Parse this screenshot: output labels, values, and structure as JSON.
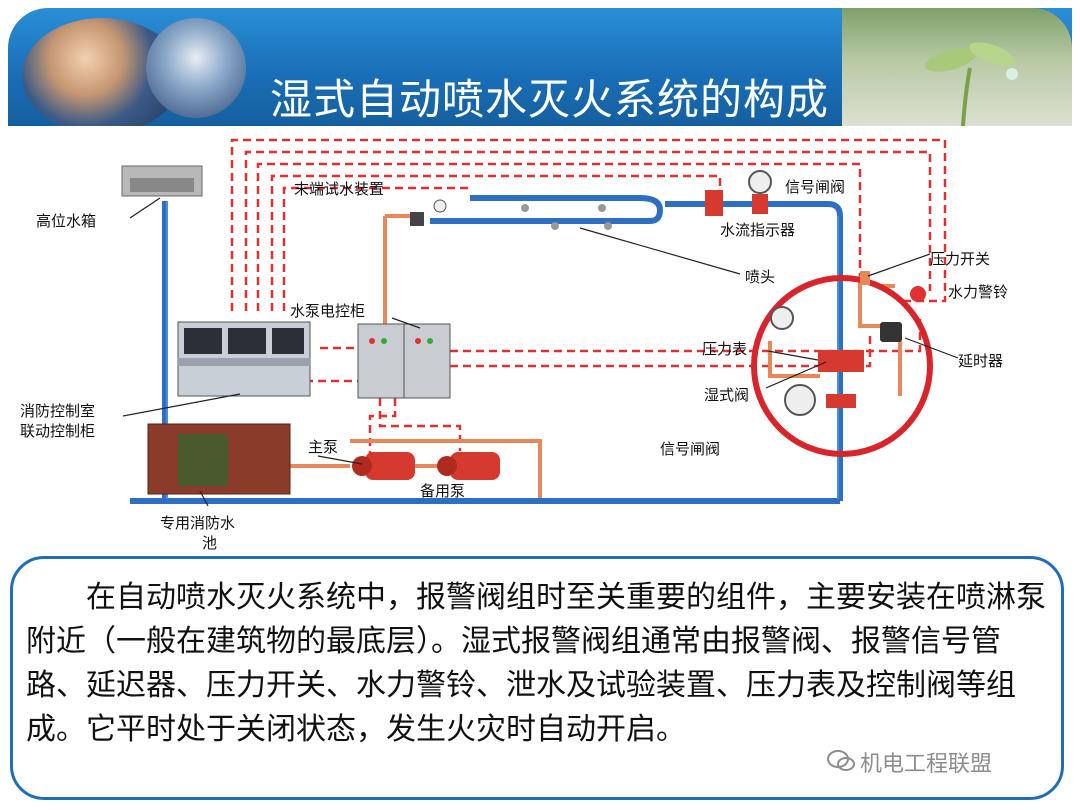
{
  "title": "湿式自动喷水灭火系统的构成",
  "diagram": {
    "labels": {
      "high_tank": "高位水箱",
      "test_device": "末端试水装置",
      "signal_valve_top": "信号闸阀",
      "flow_indicator": "水流指示器",
      "sprinkler": "喷头",
      "pressure_switch": "压力开关",
      "water_bell": "水力警铃",
      "pump_control_cabinet": "水泵电控柜",
      "pressure_gauge": "压力表",
      "delay_device": "延时器",
      "wet_valve": "湿式阀",
      "control_room_line1": "消防控制室",
      "control_room_line2": "联动控制柜",
      "signal_valve_bottom": "信号闸阀",
      "main_pump": "主泵",
      "standby_pump": "备用泵",
      "pool_line1": "专用消防水",
      "pool_line2": "池"
    }
  },
  "description": "在自动喷水灭火系统中，报警阀组时至关重要的组件，主要安装在喷淋泵附近（一般在建筑物的最底层）。湿式报警阀组通常由报警阀、报警信号管路、延迟器、压力开关、水力警铃、泄水及试验装置、压力表及控制阀等组成。它平时处于关闭状态，发生火灾时自动开启。",
  "watermark": "机电工程联盟",
  "icons": [
    "wechat-icon"
  ],
  "colors": {
    "header_blue": "#1a6fb8",
    "pipe_blue": "#2e6fc4",
    "signal_red": "#e03030",
    "pipe_orange": "#e8885a",
    "highlight_circle": "#d8252b"
  }
}
